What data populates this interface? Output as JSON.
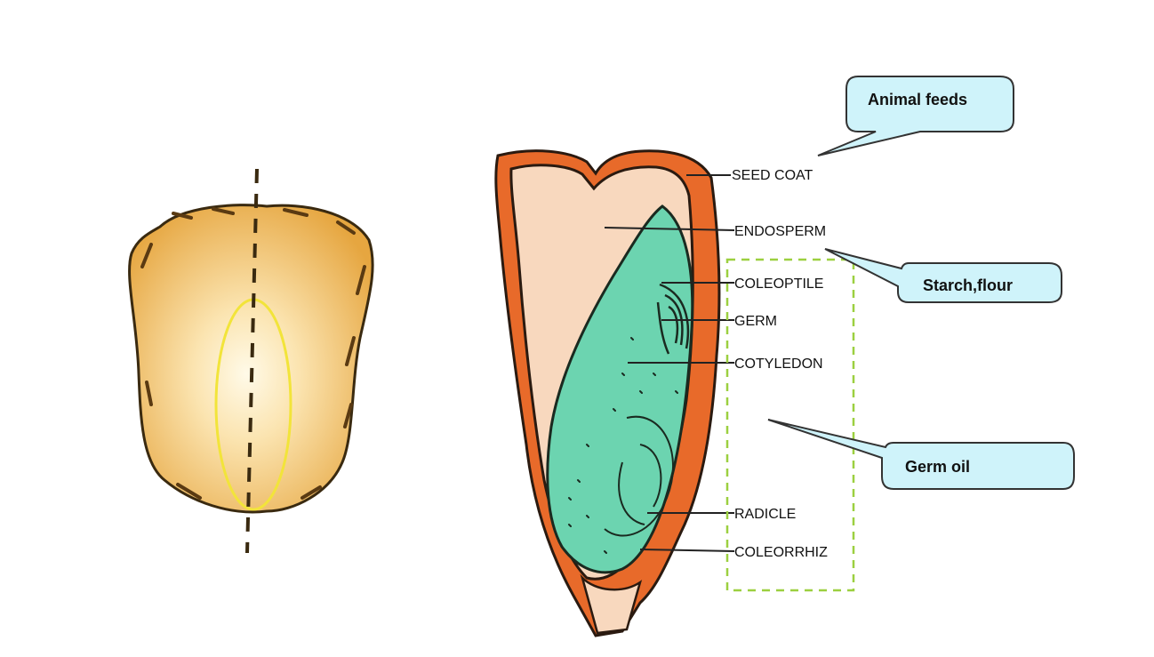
{
  "labels": {
    "seed_coat": "SEED COAT",
    "endosperm": "ENDOSPERM",
    "coleoptile": "COLEOPTILE",
    "germ": "GERM",
    "cotyledon": "COTYLEDON",
    "radicle": "RADICLE",
    "coleorrhiz": "COLEORRHIZ"
  },
  "callouts": {
    "animal_feeds": "Animal feeds",
    "starch_flour": "Starch,flour",
    "germ_oil": "Germ oil"
  },
  "colors": {
    "kernel_gold": "#E8A940",
    "kernel_light": "#FFF8DC",
    "seed_coat_orange": "#E86A2A",
    "endosperm_peach": "#F8D8BE",
    "germ_teal": "#6CD4B0",
    "callout_fill": "#CFF3FA",
    "germ_box_green": "#9CD040"
  }
}
